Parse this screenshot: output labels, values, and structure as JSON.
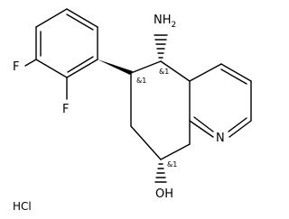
{
  "structure": {
    "atoms": {
      "amine": "NH",
      "amine_sub": "2",
      "ring_n": "N",
      "hydroxyl": "OH",
      "fluoro_1": "F",
      "fluoro_2": "F"
    },
    "stereo_labels": [
      "&1",
      "&1",
      "&1"
    ],
    "salt": "HCl"
  }
}
